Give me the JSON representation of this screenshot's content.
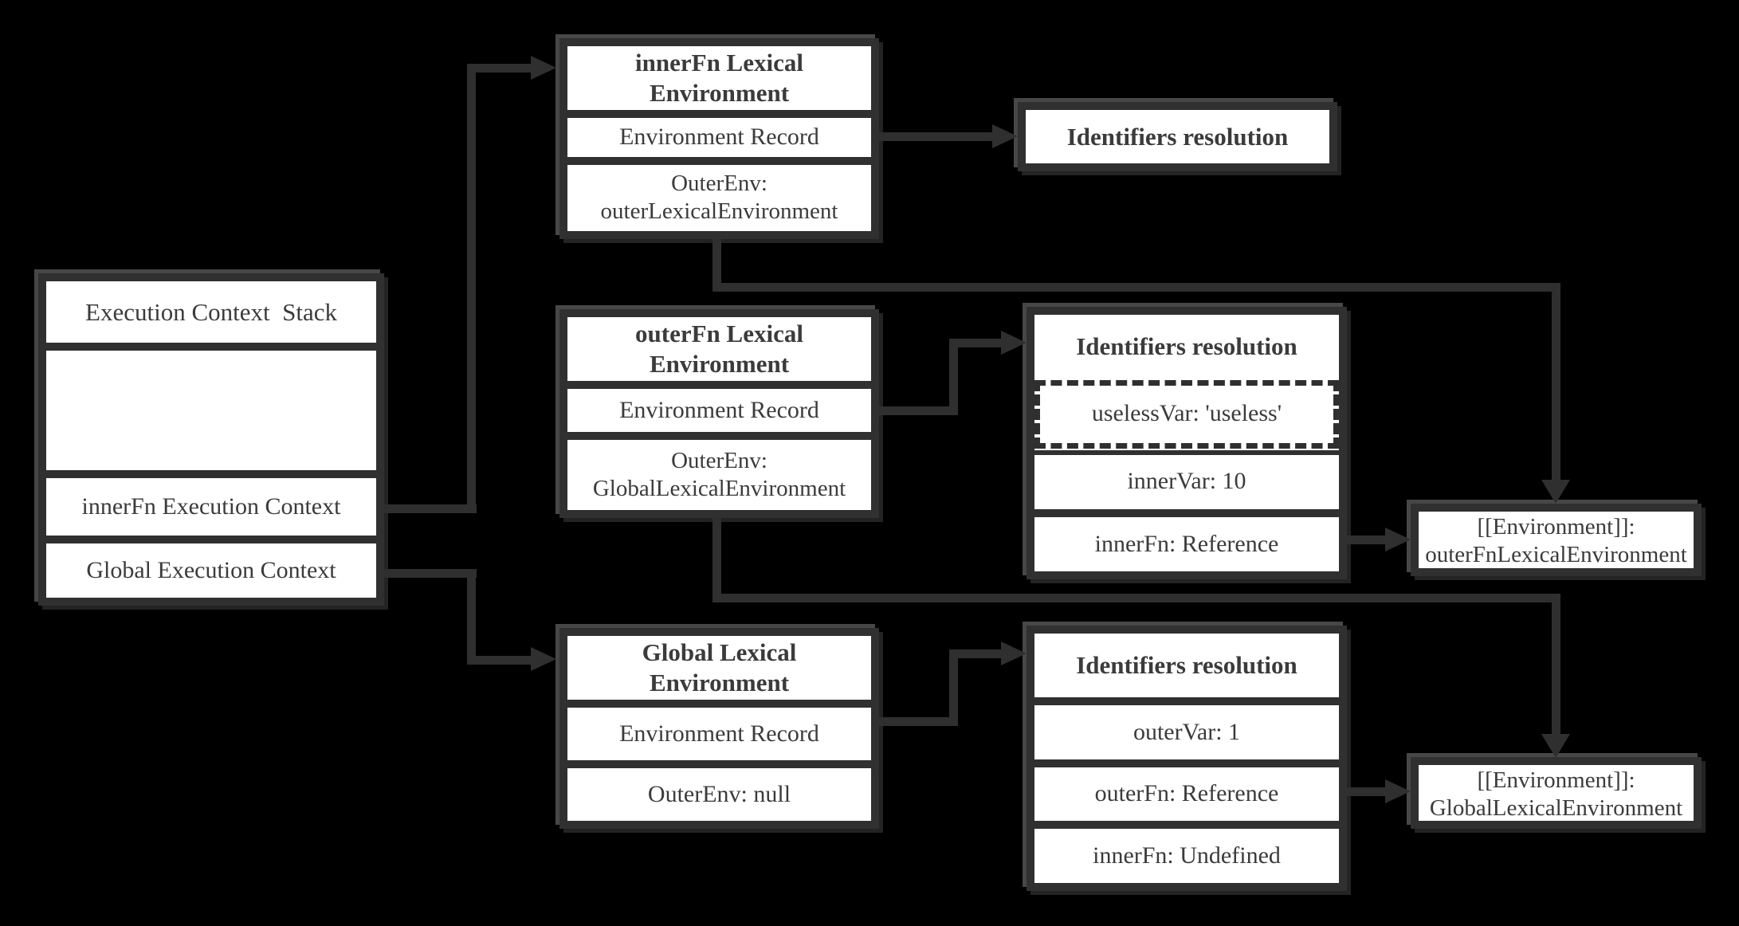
{
  "colors": {
    "background": "#000000",
    "box_fill": "#ffffff",
    "box_border": "#303030",
    "connector": "#2f2f2f",
    "text": "#3b3b3b"
  },
  "ec_stack": {
    "title": "Execution Context  Stack",
    "rows": [
      {
        "label": "innerFn Execution Context"
      },
      {
        "label": "Global Execution Context"
      }
    ]
  },
  "innerfn_env": {
    "title": "innerFn Lexical Environment",
    "record_label": "Environment Record",
    "outer_env_line1": "OuterEnv:",
    "outer_env_line2": "outerLexicalEnvironment"
  },
  "idres_innerfn": {
    "title": "Identifiers resolution"
  },
  "outerfn_env": {
    "title": "outerFn Lexical Environment",
    "record_label": "Environment Record",
    "outer_env_line1": "OuterEnv:",
    "outer_env_line2": "GlobalLexicalEnvironment"
  },
  "idres_outerfn": {
    "title": "Identifiers resolution",
    "rows": [
      {
        "label": "uselessVar: 'useless'"
      },
      {
        "label": "innerVar: 10"
      },
      {
        "label": "innerFn: Reference"
      }
    ]
  },
  "env_ref_outerfn": {
    "line1": "[[Environment]]:",
    "line2": "outerFnLexicalEnvironment"
  },
  "global_env": {
    "title": "Global Lexical Environment",
    "record_label": "Environment Record",
    "outer_env": "OuterEnv: null"
  },
  "idres_global": {
    "title": "Identifiers resolution",
    "rows": [
      {
        "label": "outerVar: 1"
      },
      {
        "label": "outerFn: Reference"
      },
      {
        "label": "innerFn: Undefined"
      }
    ]
  },
  "env_ref_global": {
    "line1": "[[Environment]]:",
    "line2": "GlobalLexicalEnvironment"
  }
}
